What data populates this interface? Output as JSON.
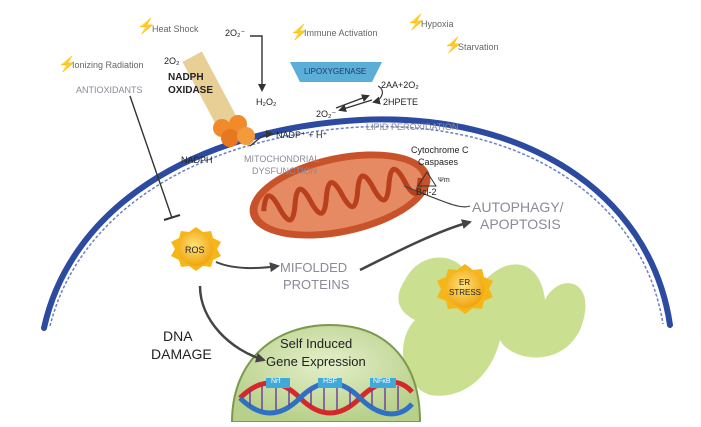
{
  "colors": {
    "membrane": "#2c4aa0",
    "stressor_bolt": "#f2c200",
    "ros_sun": "#f6b617",
    "mitochondrion": "#c8532a",
    "er": "#bcd77a",
    "nucleus": "#c8dca0",
    "dna_red": "#d4282a",
    "dna_blue": "#2f6fc4",
    "lipoxygenase": "#5aaed8",
    "nadph_oxidase": "#e7cf96",
    "nadph_sphere": "#f08a2a"
  },
  "stressors": {
    "heat_shock": "Heat Shock",
    "immune_activation": "Immune Activation",
    "hypoxia": "Hypoxia",
    "starvation": "Starvation",
    "ionizing_radiation": "Ionizing Radiation"
  },
  "labels": {
    "antioxidants": "ANTIOXIDANTS",
    "o2": "2O₂",
    "superoxide_top": "2O₂⁻",
    "nadph_oxidase_line1": "NADPH",
    "nadph_oxidase_line2": "OXIDASE",
    "h2o2": "H₂O₂",
    "lipoxygenase": "LIPOXYGENASE",
    "aa": "2AA+2O₂",
    "hpete": "2HPETE",
    "superoxide_mid": "2O₂⁻",
    "lipid_peroxidation": "LIPID PEROXIDATION",
    "nadp": "NADP⁺ + H⁺",
    "nadph": "NADPH",
    "mito_line1": "MITOCHONDRIAL",
    "mito_line2": "DYSFUNCTION",
    "cytochrome": "Cytochrome C",
    "caspases": "Caspases",
    "psi": "Ψm",
    "bcl2": "Bcl-2",
    "autophagy_line1": "AUTOPHAGY/",
    "autophagy_line2": "APOPTOSIS",
    "ros": "ROS",
    "misfolded_line1": "MIFOLDED",
    "misfolded_line2": "PROTEINS",
    "er_line1": "ER",
    "er_line2": "STRESS",
    "dna_line1": "DNA",
    "dna_line2": "DAMAGE",
    "gene_line1": "Self Induced",
    "gene_line2": "Gene Expression",
    "tf1": "Nrf",
    "tf2": "HSF",
    "tf3": "NFκB"
  }
}
